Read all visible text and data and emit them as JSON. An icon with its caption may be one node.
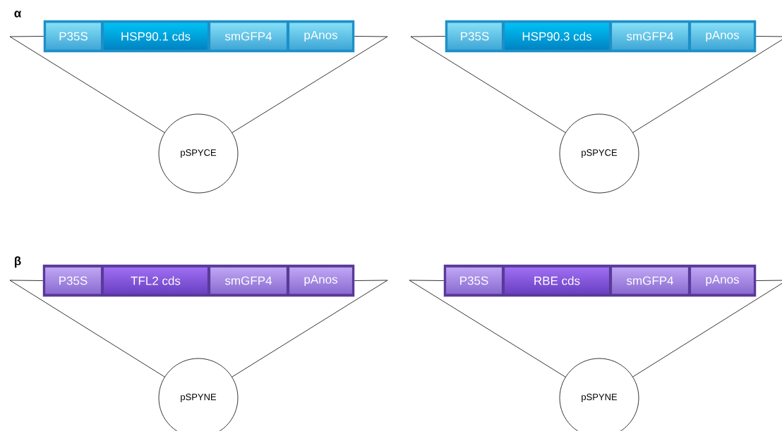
{
  "diagram": {
    "nodes": [
      {
        "text": [],
        "shape": "bar"
      },
      {
        "text": [
          "P35S"
        ],
        "in": 0
      },
      {
        "text": [
          "HSP90.1 cds"
        ],
        "in": 0
      },
      {
        "text": [
          "smGFP4"
        ],
        "in": 0
      },
      {
        "text": [
          "pAnos"
        ],
        "in": 0
      },
      {
        "text": [
          "pSPYCE"
        ]
      },
      {
        "text": [],
        "shape": "bar"
      },
      {
        "text": [
          "P35S"
        ],
        "in": 6
      },
      {
        "text": [
          "HSP90.3 cds"
        ],
        "in": 6
      },
      {
        "text": [
          "smGFP4"
        ],
        "in": 6
      },
      {
        "text": [
          "pAnos"
        ],
        "in": 6
      },
      {
        "text": [
          "pSPYCE"
        ]
      },
      {
        "text": [],
        "shape": "bar"
      },
      {
        "text": [
          "P35S"
        ],
        "in": 12
      },
      {
        "text": [
          "TFL2 cds"
        ],
        "in": 12
      },
      {
        "text": [
          "smGFP4"
        ],
        "in": 12
      },
      {
        "text": [
          "pAnos"
        ],
        "in": 12
      },
      {
        "text": [
          "pSPYNE"
        ]
      },
      {
        "text": [],
        "shape": "bar"
      },
      {
        "text": [
          "P35S"
        ],
        "in": 18
      },
      {
        "text": [
          "RBE cds"
        ],
        "in": 18
      },
      {
        "text": [
          "smGFP4"
        ],
        "in": 18
      },
      {
        "text": [
          "pAnos"
        ],
        "in": 18
      },
      {
        "text": [
          "pSPYNE"
        ]
      }
    ],
    "edges": [
      {
        "from": 0,
        "to": 5,
        "arrow": "none"
      },
      {
        "from": 0,
        "to": 5,
        "arrow": "none"
      },
      {
        "from": 6,
        "to": 11,
        "arrow": "none"
      },
      {
        "from": 6,
        "to": 11,
        "arrow": "none"
      },
      {
        "from": 12,
        "to": 17,
        "arrow": "none"
      },
      {
        "from": 12,
        "to": 17,
        "arrow": "none"
      },
      {
        "from": 18,
        "to": 23,
        "arrow": "none"
      },
      {
        "from": 18,
        "to": 23,
        "arrow": "none"
      }
    ],
    "labels": [
      "α",
      "β"
    ]
  }
}
